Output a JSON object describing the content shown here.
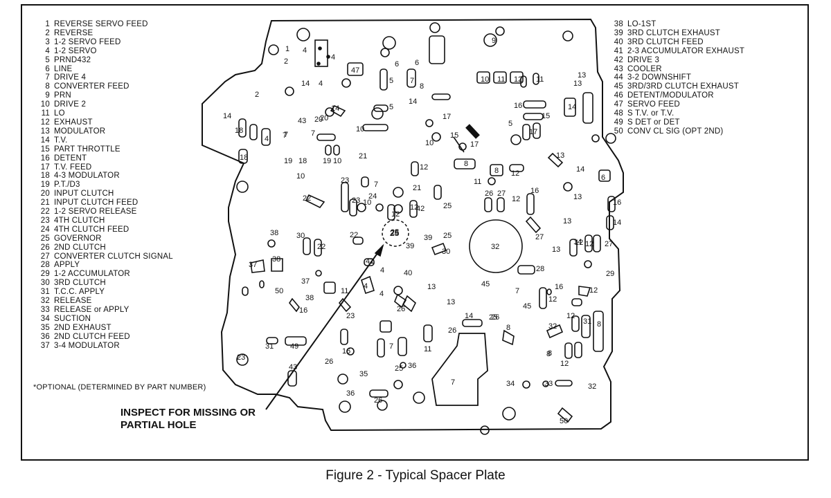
{
  "legend_left": [
    {
      "num": "1",
      "label": "REVERSE SERVO FEED"
    },
    {
      "num": "2",
      "label": "REVERSE"
    },
    {
      "num": "3",
      "label": "1-2 SERVO FEED"
    },
    {
      "num": "4",
      "label": "1-2 SERVO"
    },
    {
      "num": "5",
      "label": "PRND432"
    },
    {
      "num": "6",
      "label": "LINE"
    },
    {
      "num": "7",
      "label": "DRIVE 4"
    },
    {
      "num": "8",
      "label": "CONVERTER FEED"
    },
    {
      "num": "9",
      "label": "PRN"
    },
    {
      "num": "10",
      "label": "DRIVE 2"
    },
    {
      "num": "11",
      "label": "LO"
    },
    {
      "num": "12",
      "label": "EXHAUST"
    },
    {
      "num": "13",
      "label": "MODULATOR"
    },
    {
      "num": "14",
      "label": "T.V."
    },
    {
      "num": "15",
      "label": "PART THROTTLE"
    },
    {
      "num": "16",
      "label": "DETENT"
    },
    {
      "num": "17",
      "label": "T.V. FEED"
    },
    {
      "num": "18",
      "label": "4-3 MODULATOR"
    },
    {
      "num": "19",
      "label": "P.T./D3"
    },
    {
      "num": "20",
      "label": "INPUT CLUTCH"
    },
    {
      "num": "21",
      "label": "INPUT CLUTCH FEED"
    },
    {
      "num": "22",
      "label": "1-2 SERVO RELEASE"
    },
    {
      "num": "23",
      "label": "4TH CLUTCH"
    },
    {
      "num": "24",
      "label": "4TH CLUTCH FEED"
    },
    {
      "num": "25",
      "label": "GOVERNOR"
    },
    {
      "num": "26",
      "label": "2ND CLUTCH"
    },
    {
      "num": "27",
      "label": "CONVERTER CLUTCH SIGNAL"
    },
    {
      "num": "28",
      "label": "APPLY"
    },
    {
      "num": "29",
      "label": "1-2 ACCUMULATOR"
    },
    {
      "num": "30",
      "label": "3RD CLUTCH"
    },
    {
      "num": "31",
      "label": "T.C.C. APPLY"
    },
    {
      "num": "32",
      "label": "RELEASE"
    },
    {
      "num": "33",
      "label": "RELEASE or APPLY"
    },
    {
      "num": "34",
      "label": "SUCTION"
    },
    {
      "num": "35",
      "label": "2ND EXHAUST"
    },
    {
      "num": "36",
      "label": "2ND CLUTCH FEED"
    },
    {
      "num": "37",
      "label": "3-4 MODULATOR"
    }
  ],
  "legend_right": [
    {
      "num": "38",
      "label": "LO-1ST"
    },
    {
      "num": "39",
      "label": "3RD CLUTCH EXHAUST"
    },
    {
      "num": "40",
      "label": "3RD CLUTCH FEED"
    },
    {
      "num": "41",
      "label": "2-3 ACCUMULATOR EXHAUST"
    },
    {
      "num": "42",
      "label": "DRIVE 3"
    },
    {
      "num": "43",
      "label": "COOLER"
    },
    {
      "num": "44",
      "label": "3-2 DOWNSHIFT"
    },
    {
      "num": "45",
      "label": "3RD/3RD CLUTCH EXHAUST"
    },
    {
      "num": "46",
      "label": "DETENT/MODULATOR"
    },
    {
      "num": "47",
      "label": "SERVO FEED"
    },
    {
      "num": "48",
      "label": "S T.V. or T.V."
    },
    {
      "num": "49",
      "label": "S DET or DET"
    },
    {
      "num": "50",
      "label": "CONV CL SIG (OPT 2ND)"
    }
  ],
  "footnote": "*OPTIONAL (DETERMINED BY PART NUMBER)",
  "callout": {
    "line1": "INSPECT FOR MISSING OR",
    "line2": "PARTIAL HOLE",
    "target": "25"
  },
  "caption": "Figure 2 - Typical Spacer Plate",
  "plate_labels": [
    "1",
    "2",
    "4",
    "7",
    "6",
    "9",
    "4",
    "47",
    "4",
    "6",
    "8",
    "5",
    "7",
    "10",
    "11",
    "12",
    "11",
    "13",
    "14",
    "13",
    "14",
    "14",
    "2",
    "14",
    "20",
    "43",
    "14",
    "18",
    "4",
    "7",
    "7",
    "5",
    "17",
    "16",
    "15",
    "10",
    "15",
    "10",
    "17",
    "5",
    "17",
    "19",
    "18",
    "19",
    "10",
    "18",
    "21",
    "12",
    "23",
    "8",
    "8",
    "12",
    "13",
    "14",
    "13",
    "6",
    "10",
    "22",
    "23",
    "12",
    "24",
    "21",
    "7",
    "25",
    "11",
    "26",
    "27",
    "16",
    "12",
    "16",
    "14",
    "14",
    "12",
    "42",
    "10",
    "13",
    "12",
    "27",
    "38",
    "30",
    "22",
    "22",
    "25",
    "39",
    "25",
    "13",
    "12",
    "27",
    "39",
    "30",
    "32",
    "37",
    "38",
    "20",
    "41",
    "40",
    "4",
    "28",
    "29",
    "37",
    "4",
    "4",
    "11",
    "13",
    "45",
    "7",
    "16",
    "50",
    "12",
    "38",
    "23",
    "26",
    "13",
    "45",
    "12",
    "16",
    "14",
    "25",
    "8",
    "32",
    "12",
    "31",
    "8",
    "31",
    "49",
    "16",
    "11",
    "7",
    "26",
    "25",
    "26",
    "36",
    "35",
    "36",
    "26",
    "7",
    "34",
    "33",
    "32",
    "50",
    "43",
    "23",
    "26",
    "8",
    "12",
    "8",
    "10"
  ]
}
